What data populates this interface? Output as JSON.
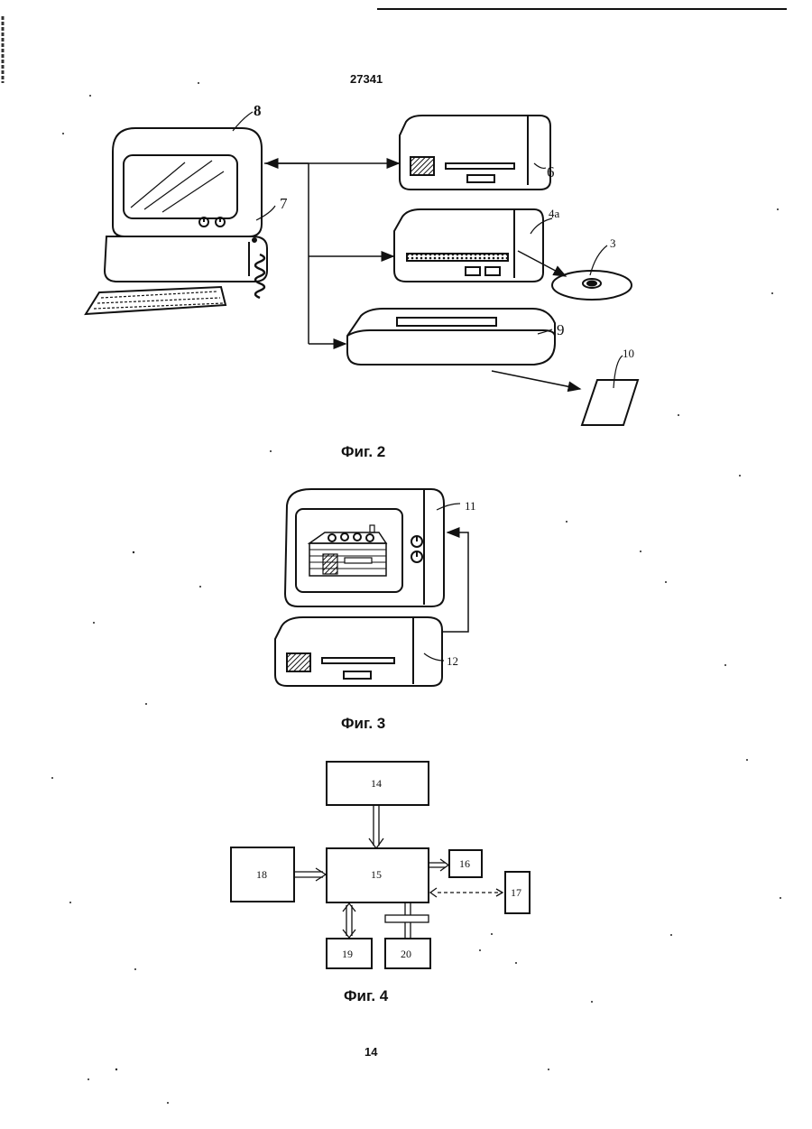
{
  "header": {
    "doc_number": "27341"
  },
  "footer": {
    "page_number": "14"
  },
  "figures": [
    {
      "id": "fig2",
      "caption": "Фиг. 2",
      "labels": {
        "monitor": "8",
        "pc": "7",
        "device_6": "6",
        "writer": "4a",
        "disc": "3",
        "printer": "9",
        "card": "10"
      }
    },
    {
      "id": "fig3",
      "caption": "Фиг. 3",
      "labels": {
        "display": "11",
        "player": "12"
      }
    },
    {
      "id": "fig4",
      "caption": "Фиг. 4",
      "labels": {
        "b14": "14",
        "b15": "15",
        "b16": "16",
        "b17": "17",
        "b18": "18",
        "b19": "19",
        "b20": "20"
      }
    }
  ],
  "colors": {
    "ink": "#111111",
    "paper": "#ffffff"
  }
}
